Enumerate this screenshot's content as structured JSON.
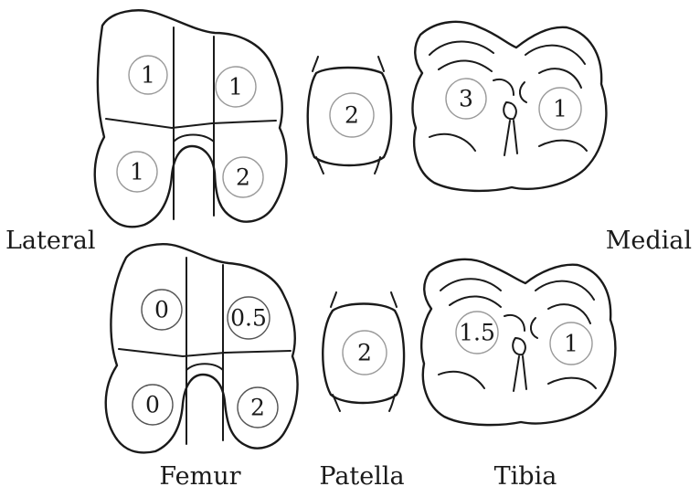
{
  "labels": {
    "lateral": "Lateral",
    "medial": "Medial",
    "femur": "Femur",
    "patella": "Patella",
    "tibia": "Tibia"
  },
  "top": {
    "femur": {
      "lateral_condyle_top": "1",
      "medial_condyle_top": "1",
      "lateral_condyle_bottom": "1",
      "medial_condyle_bottom": "2"
    },
    "patella": "2",
    "tibia": {
      "lateral": "3",
      "medial": "1"
    }
  },
  "bottom": {
    "femur": {
      "lateral_condyle_top": "0",
      "medial_condyle_top": "0.5",
      "lateral_condyle_bottom": "0",
      "medial_condyle_bottom": "2"
    },
    "patella": "2",
    "tibia": {
      "lateral": "1.5",
      "medial": "1"
    }
  }
}
